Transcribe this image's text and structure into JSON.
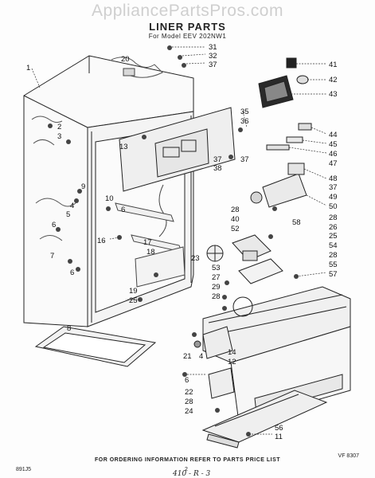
{
  "watermark": "AppliancePartsPros.com",
  "header": {
    "title": "LINER PARTS",
    "subtitle": "For Model EEV 202NW1"
  },
  "figure_code": "VF 8307",
  "footer": "FOR ORDERING INFORMATION REFER TO PARTS PRICE LIST",
  "page_marks": {
    "left_code": "891J5",
    "center_mark": "2",
    "handwritten": "410 - R - 3"
  },
  "part_numbers": [
    "1",
    "2",
    "3",
    "4",
    "5",
    "6",
    "7",
    "8",
    "9",
    "10",
    "11",
    "12",
    "13",
    "14",
    "16",
    "17",
    "18",
    "19",
    "20",
    "21",
    "22",
    "23",
    "24",
    "25",
    "26",
    "27",
    "28",
    "29",
    "31",
    "32",
    "35",
    "36",
    "37",
    "38",
    "40",
    "41",
    "42",
    "43",
    "44",
    "45",
    "46",
    "47",
    "48",
    "49",
    "50",
    "52",
    "53",
    "54",
    "55",
    "56",
    "57",
    "58"
  ]
}
